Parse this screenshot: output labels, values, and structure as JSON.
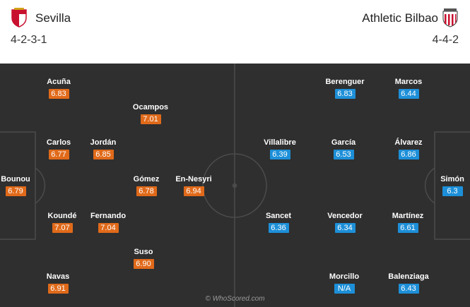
{
  "home": {
    "name": "Sevilla",
    "formation": "4-2-3-1",
    "crest_icon": "sevilla-crest-icon",
    "rating_color": "#e06a1a",
    "players": [
      {
        "name": "Acuña",
        "rating": "6.83"
      },
      {
        "name": "Ocampos",
        "rating": "7.01"
      },
      {
        "name": "Carlos",
        "rating": "6.77"
      },
      {
        "name": "Jordán",
        "rating": "6.85"
      },
      {
        "name": "Bounou",
        "rating": "6.79"
      },
      {
        "name": "Gómez",
        "rating": "6.78"
      },
      {
        "name": "En-Nesyri",
        "rating": "6.94"
      },
      {
        "name": "Koundé",
        "rating": "7.07"
      },
      {
        "name": "Fernando",
        "rating": "7.04"
      },
      {
        "name": "Suso",
        "rating": "6.90"
      },
      {
        "name": "Navas",
        "rating": "6.91"
      }
    ]
  },
  "away": {
    "name": "Athletic Bilbao",
    "formation": "4-4-2",
    "crest_icon": "athletic-bilbao-crest-icon",
    "rating_color": "#1d8fd8",
    "players": [
      {
        "name": "Berenguer",
        "rating": "6.83"
      },
      {
        "name": "Marcos",
        "rating": "6.44"
      },
      {
        "name": "Villalibre",
        "rating": "6.39"
      },
      {
        "name": "García",
        "rating": "6.53"
      },
      {
        "name": "Álvarez",
        "rating": "6.86"
      },
      {
        "name": "Simón",
        "rating": "6.3"
      },
      {
        "name": "Sancet",
        "rating": "6.36"
      },
      {
        "name": "Vencedor",
        "rating": "6.34"
      },
      {
        "name": "Martínez",
        "rating": "6.61"
      },
      {
        "name": "Morcillo",
        "rating": "N/A"
      },
      {
        "name": "Balenziaga",
        "rating": "6.43"
      }
    ]
  },
  "pitch_color": "#2f2f2f",
  "watermark": "© WhoScored.com"
}
